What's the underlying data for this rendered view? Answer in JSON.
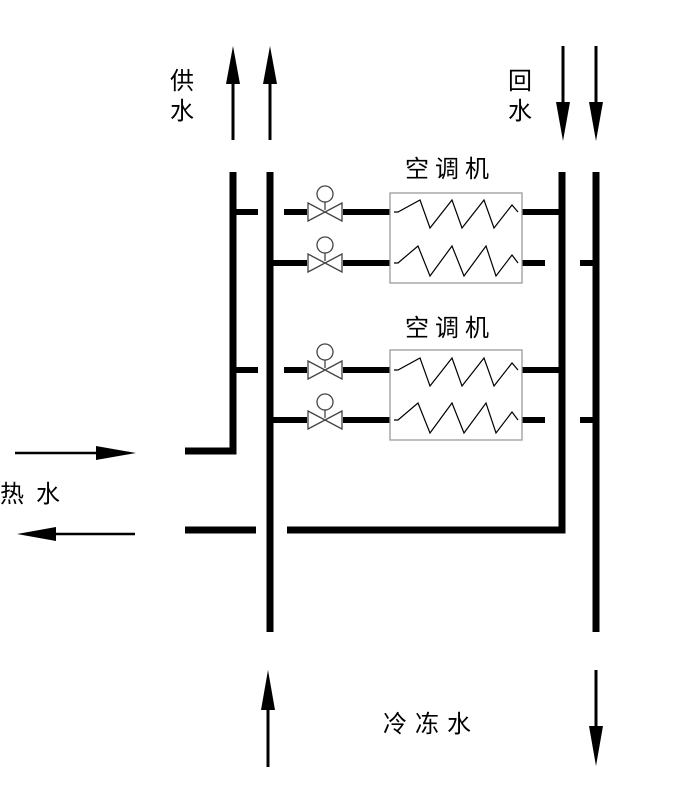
{
  "labels": {
    "supply_chars": [
      "供",
      "水"
    ],
    "return_chars": [
      "回",
      "水"
    ],
    "unit_top": "空调机",
    "unit_bottom": "空调机",
    "hot_water": "热水",
    "chilled_water": "冷冻水"
  },
  "colors": {
    "pipe": "#000000",
    "coil": "#000000",
    "unit_border": "#9a9a9a",
    "valve": "#555555",
    "background": "#ffffff"
  },
  "icons": {
    "arrow_up": "arrow-up-icon",
    "arrow_down": "arrow-down-icon",
    "arrow_right": "arrow-right-icon",
    "arrow_left": "arrow-left-icon",
    "valve": "two-way-valve-icon",
    "coil": "coil-icon"
  }
}
